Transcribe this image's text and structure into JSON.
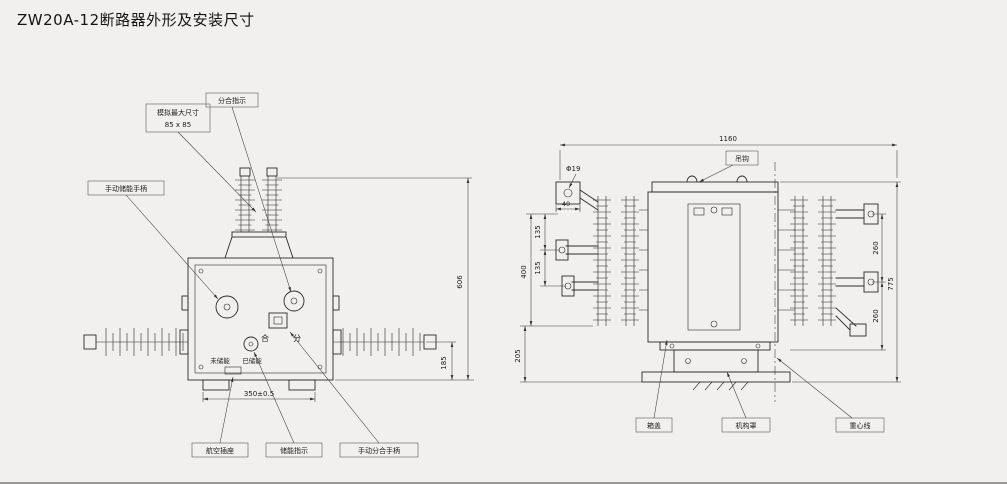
{
  "title": "ZW20A-12断路器外形及安装尺寸",
  "front_view": {
    "callouts": {
      "max_size_line1": "模拟最大尺寸",
      "max_size_line2": "85 x 85",
      "open_close_indicator": "分合指示",
      "manual_charge_handle": "手动储能手柄",
      "aviation_socket": "航空插座",
      "charge_indicator": "储能指示",
      "manual_switch_handle": "手动分合手柄"
    },
    "panel": {
      "close": "合",
      "open": "分",
      "not_charged": "未储能",
      "charged": "已储能"
    },
    "dims": {
      "height": "606",
      "bushing_height": "185",
      "width": "350±0.5"
    }
  },
  "side_view": {
    "callouts": {
      "lifting_hook": "吊钩",
      "box_cover": "箱盖",
      "mechanism_cover": "机构罩",
      "gravity_center_line": "重心线"
    },
    "dims": {
      "total_width": "1160",
      "hole_dia": "Φ19",
      "d40": "40",
      "d135_top": "135",
      "d135_bottom": "135",
      "d400": "400",
      "d205": "205",
      "d260_top": "260",
      "d260_bottom": "260",
      "total_height": "775"
    }
  }
}
